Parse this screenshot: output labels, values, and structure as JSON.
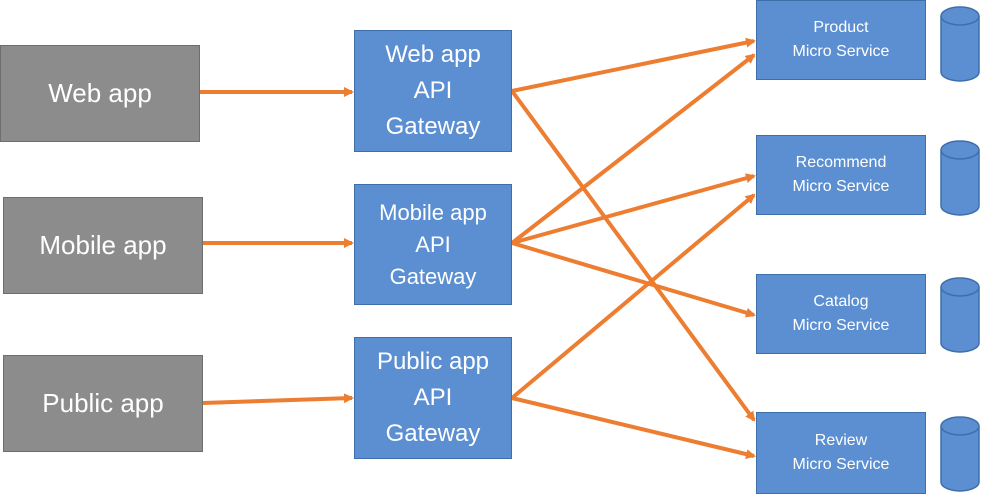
{
  "clients": [
    {
      "id": "web",
      "label": "Web app"
    },
    {
      "id": "mobile",
      "label": "Mobile app"
    },
    {
      "id": "public",
      "label": "Public app"
    }
  ],
  "gateways": [
    {
      "id": "web",
      "lines": [
        "Web app",
        "API",
        "Gateway"
      ]
    },
    {
      "id": "mobile",
      "lines": [
        "Mobile app",
        "API",
        "Gateway"
      ]
    },
    {
      "id": "public",
      "lines": [
        "Public app",
        "API",
        "Gateway"
      ]
    }
  ],
  "services": [
    {
      "id": "product",
      "lines": [
        "Product",
        "Micro Service"
      ]
    },
    {
      "id": "recommend",
      "lines": [
        "Recommend",
        "Micro Service"
      ]
    },
    {
      "id": "catalog",
      "lines": [
        "Catalog",
        "Micro Service"
      ]
    },
    {
      "id": "review",
      "lines": [
        "Review",
        "Micro Service"
      ]
    }
  ],
  "colors": {
    "client_fill": "#8c8c8c",
    "gateway_fill": "#5b8fd1",
    "service_fill": "#5b8fd1",
    "arrow": "#ed7d31"
  }
}
